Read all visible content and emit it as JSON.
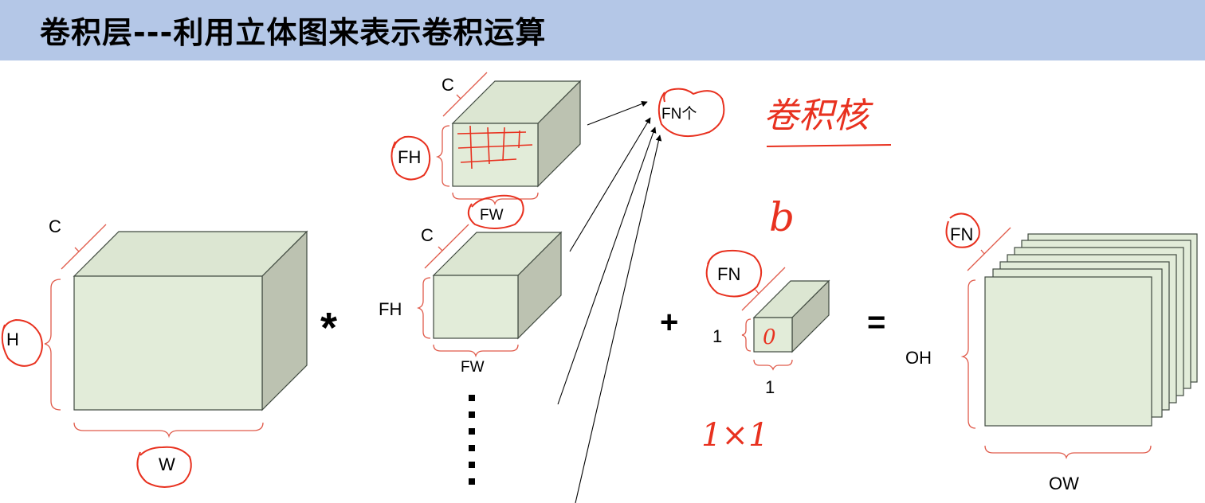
{
  "header": {
    "title": "卷积层---利用立体图来表示卷积运算"
  },
  "input": {
    "channel_label": "C",
    "height_label": "H",
    "width_label": "W"
  },
  "operators": {
    "convolve": "*",
    "plus": "+",
    "equals": "=",
    "ellipsis": "⋮"
  },
  "filters": {
    "filter1": {
      "channel_label": "C",
      "height_label": "FH",
      "width_label": "FW"
    },
    "filter2": {
      "channel_label": "C",
      "height_label": "FH",
      "width_label": "FW"
    },
    "count_label": "FN个"
  },
  "bias": {
    "depth_label": "FN",
    "height_label": "1",
    "width_label": "1"
  },
  "output": {
    "depth_label": "FN",
    "height_label": "OH",
    "width_label": "OW"
  },
  "annotations": {
    "kernel_note": "卷积核",
    "bias_note": "b",
    "shape_note": "1×1",
    "bias_value": "0"
  },
  "colors": {
    "face": "#e2ecd9",
    "side": "#bcc2b1",
    "outline": "#404a40",
    "red_ink": "#e8311f",
    "header_bg": "#b4c7e7"
  }
}
